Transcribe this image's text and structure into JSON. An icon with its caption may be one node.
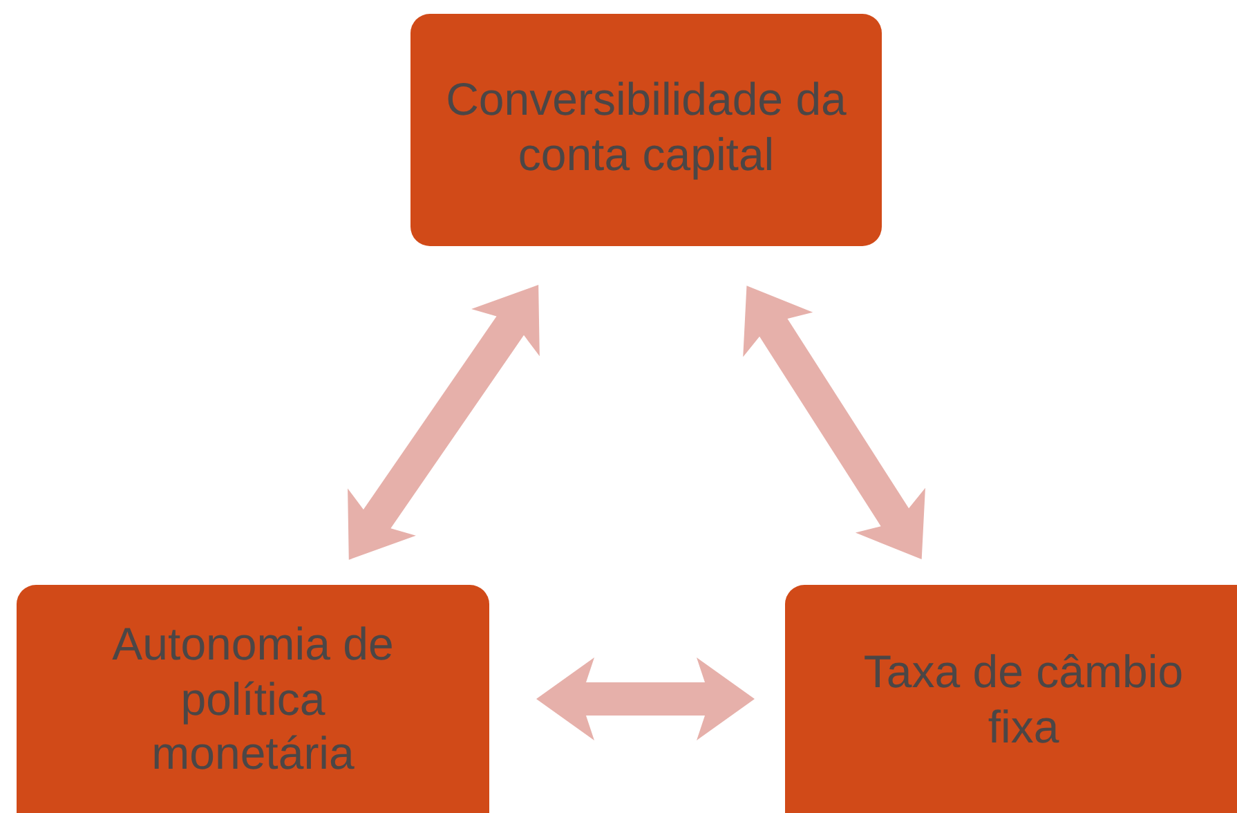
{
  "diagram": {
    "nodes": [
      {
        "text": [
          "Conversibilidade da conta capital"
        ]
      },
      {
        "text": [
          "Autonomia de política monetária"
        ]
      },
      {
        "text": [
          "Taxa de câmbio fixa"
        ]
      }
    ],
    "edges": [
      {
        "from": 0,
        "to": 1,
        "arrow": "both"
      },
      {
        "from": 0,
        "to": 2,
        "arrow": "both"
      },
      {
        "from": 1,
        "to": 2,
        "arrow": "both"
      }
    ]
  }
}
